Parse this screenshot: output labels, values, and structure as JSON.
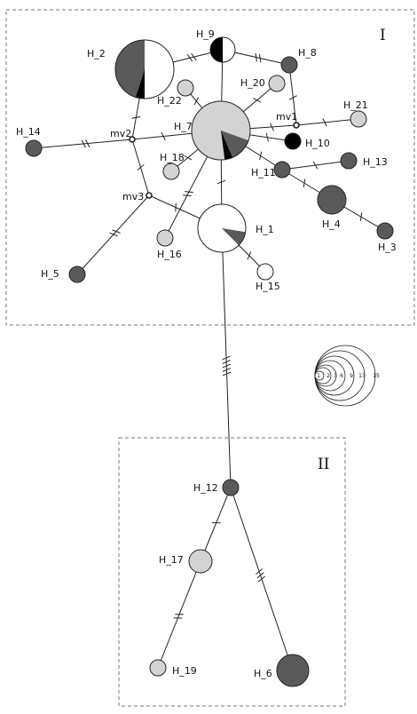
{
  "groups": [
    {
      "id": "I",
      "label": "I"
    },
    {
      "id": "II",
      "label": "II"
    }
  ],
  "colors": {
    "gray": "#d3d3d3",
    "dark": "#5a5a5a",
    "black": "#000000",
    "white": "#ffffff",
    "line": "#222222",
    "box": "#777777"
  },
  "nodes": [
    {
      "id": "H_1",
      "label": "H_1"
    },
    {
      "id": "H_2",
      "label": "H_2"
    },
    {
      "id": "H_3",
      "label": "H_3"
    },
    {
      "id": "H_4",
      "label": "H_4"
    },
    {
      "id": "H_5",
      "label": "H_5"
    },
    {
      "id": "H_6",
      "label": "H_6"
    },
    {
      "id": "H_7",
      "label": "H_7"
    },
    {
      "id": "H_8",
      "label": "H_8"
    },
    {
      "id": "H_9",
      "label": "H_9"
    },
    {
      "id": "H_10",
      "label": "H_10"
    },
    {
      "id": "H_11",
      "label": "H_11"
    },
    {
      "id": "H_12",
      "label": "H_12"
    },
    {
      "id": "H_13",
      "label": "H_13"
    },
    {
      "id": "H_14",
      "label": "H_14"
    },
    {
      "id": "H_15",
      "label": "H_15"
    },
    {
      "id": "H_16",
      "label": "H_16"
    },
    {
      "id": "H_17",
      "label": "H_17"
    },
    {
      "id": "H_18",
      "label": "H_18"
    },
    {
      "id": "H_19",
      "label": "H_19"
    },
    {
      "id": "H_20",
      "label": "H_20"
    },
    {
      "id": "H_21",
      "label": "H_21"
    },
    {
      "id": "H_22",
      "label": "H_22"
    },
    {
      "id": "mv1",
      "label": "mv1"
    },
    {
      "id": "mv2",
      "label": "mv2"
    },
    {
      "id": "mv3",
      "label": "mv3"
    }
  ],
  "edges": [
    {
      "from": "H_7",
      "to": "H_9",
      "mutations": 0
    },
    {
      "from": "H_2",
      "to": "H_9",
      "mutations": 2
    },
    {
      "from": "H_9",
      "to": "H_8",
      "mutations": 2
    },
    {
      "from": "H_8",
      "to": "mv1",
      "mutations": 1
    },
    {
      "from": "H_7",
      "to": "mv1",
      "mutations": 1
    },
    {
      "from": "mv1",
      "to": "H_21",
      "mutations": 1
    },
    {
      "from": "H_7",
      "to": "H_20",
      "mutations": 1
    },
    {
      "from": "H_7",
      "to": "H_22",
      "mutations": 1
    },
    {
      "from": "H_7",
      "to": "H_10",
      "mutations": 1
    },
    {
      "from": "H_7",
      "to": "H_11",
      "mutations": 1
    },
    {
      "from": "H_11",
      "to": "H_13",
      "mutations": 1
    },
    {
      "from": "H_11",
      "to": "H_4",
      "mutations": 1
    },
    {
      "from": "H_4",
      "to": "H_3",
      "mutations": 1
    },
    {
      "from": "H_7",
      "to": "H_18",
      "mutations": 1
    },
    {
      "from": "H_7",
      "to": "H_16",
      "mutations": 2
    },
    {
      "from": "H_7",
      "to": "H_1",
      "mutations": 1
    },
    {
      "from": "H_7",
      "to": "mv2",
      "mutations": 1
    },
    {
      "from": "H_2",
      "to": "mv2",
      "mutations": 1
    },
    {
      "from": "mv2",
      "to": "H_14",
      "mutations": 2
    },
    {
      "from": "mv2",
      "to": "mv3",
      "mutations": 1
    },
    {
      "from": "mv3",
      "to": "H_1",
      "mutations": 1
    },
    {
      "from": "mv3",
      "to": "H_5",
      "mutations": 2
    },
    {
      "from": "H_1",
      "to": "H_15",
      "mutations": 1
    },
    {
      "from": "H_1",
      "to": "H_12",
      "mutations": 5
    },
    {
      "from": "H_12",
      "to": "H_17",
      "mutations": 1
    },
    {
      "from": "H_12",
      "to": "H_6",
      "mutations": 3
    },
    {
      "from": "H_17",
      "to": "H_19",
      "mutations": 2
    }
  ],
  "size_legend": [
    "1",
    "2",
    "3",
    "6",
    "9",
    "13",
    "15"
  ]
}
